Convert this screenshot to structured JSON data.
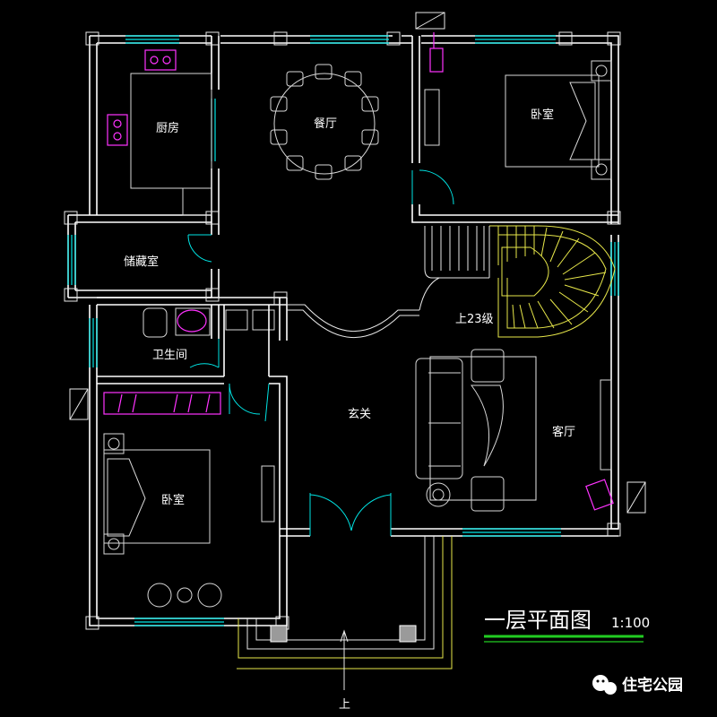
{
  "rooms": {
    "kitchen": "厨房",
    "dining": "餐厅",
    "bedroom_ne": "卧室",
    "storage": "储藏室",
    "bathroom": "卫生间",
    "foyer": "玄关",
    "living": "客厅",
    "bedroom_sw": "卧室"
  },
  "stairs_label": "上23级",
  "entry_label": "上",
  "title": "一层平面图",
  "scale": "1:100",
  "watermark": "住宅公园",
  "colors": {
    "background": "#000000",
    "wall": "#ffffff",
    "window": "#00e5e5",
    "stairs": "#e8e84a",
    "fixture": "#ff33ff",
    "title_underline": "#22cc22"
  }
}
